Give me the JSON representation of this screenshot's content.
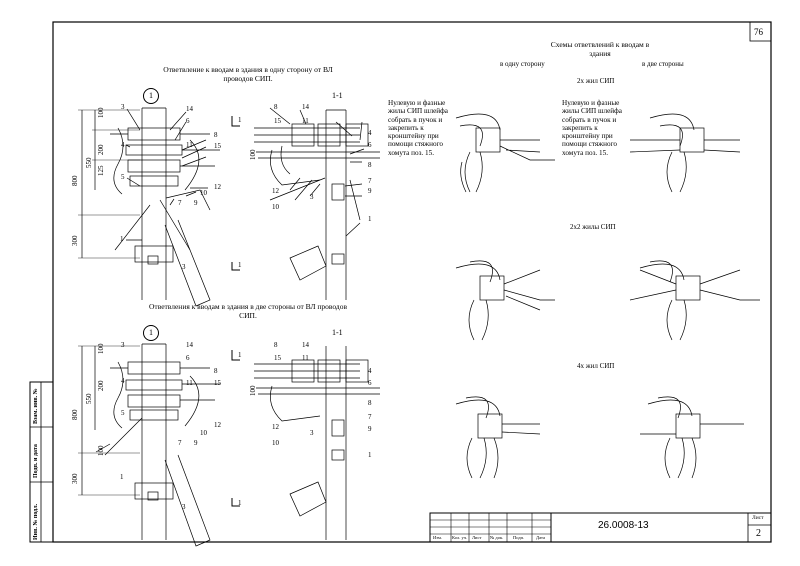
{
  "sheet": {
    "page_number": "76",
    "doc_code": "26.0008-13",
    "sheet_label": "Лист",
    "sheet_number": "2"
  },
  "stamp": {
    "columns": [
      "Изм.",
      "Кол. уч.",
      "Лист",
      "№ док.",
      "Подп.",
      "Дата"
    ]
  },
  "side_stamp": {
    "labels": [
      "Взам. инв. №",
      "Подп. и дата",
      "Инв. № подл."
    ]
  },
  "sections": {
    "top_title": "Ответвление к вводам в здания в одну сторону от ВЛ проводов СИП.",
    "bottom_title": "Ответвления к вводам в здания в две стороны от ВЛ проводов СИП.",
    "view_marker": "1",
    "section_label": "1-1",
    "cut_label": "1"
  },
  "right": {
    "title": "Схемы ответвлений к вводам в здания",
    "sub_one": "в одну сторону",
    "sub_two": "в две стороны",
    "caption1": "2х жил СИП",
    "caption2": "2х2 жилы СИП",
    "caption3": "4х жил СИП",
    "note": "Нулевую и фазные жилы СИП шлейфа собрать в пучок и закрепить к кронштейну при помощи стяжного хомута поз. 15."
  },
  "dims": {
    "d100": "100",
    "d550": "550",
    "d200": "200",
    "d800": "800",
    "d125": "125",
    "d300": "300"
  },
  "callouts": {
    "top_left": [
      "3",
      "14",
      "6",
      "4",
      "8",
      "11",
      "15",
      "5",
      "12",
      "10",
      "9",
      "7",
      "1",
      "3"
    ],
    "top_section": [
      "8",
      "14",
      "15",
      "11",
      "4",
      "6",
      "8",
      "12",
      "10",
      "3",
      "7",
      "9",
      "1"
    ]
  }
}
